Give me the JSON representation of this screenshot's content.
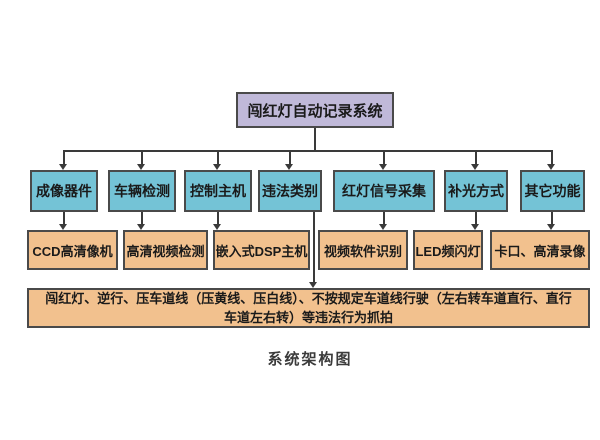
{
  "diagram": {
    "root": {
      "label": "闯红灯自动记录系统"
    },
    "level2": [
      {
        "label": "成像器件"
      },
      {
        "label": "车辆检测"
      },
      {
        "label": "控制主机"
      },
      {
        "label": "违法类别"
      },
      {
        "label": "红灯信号采集"
      },
      {
        "label": "补光方式"
      },
      {
        "label": "其它功能"
      }
    ],
    "level3": [
      {
        "label": "CCD高清像机"
      },
      {
        "label": "高清视频检测"
      },
      {
        "label": "嵌入式DSP主机"
      },
      {
        "label": "视频软件识别"
      },
      {
        "label": "LED频闪灯"
      },
      {
        "label": "卡口、高清录像"
      }
    ],
    "footer": {
      "label": "闯红灯、逆行、压车道线（压黄线、压白线）、不按规定车道线行驶（左右转车道直行、直行车道左右转）等违法行为抓拍"
    },
    "caption": "系统架构图",
    "colors": {
      "root_fill": "#c0b9d9",
      "level2_fill": "#74c3d6",
      "level3_fill": "#f2c18e",
      "box_border": "#4a4a4a",
      "line": "#3a3a3a",
      "background": "#ffffff"
    }
  }
}
